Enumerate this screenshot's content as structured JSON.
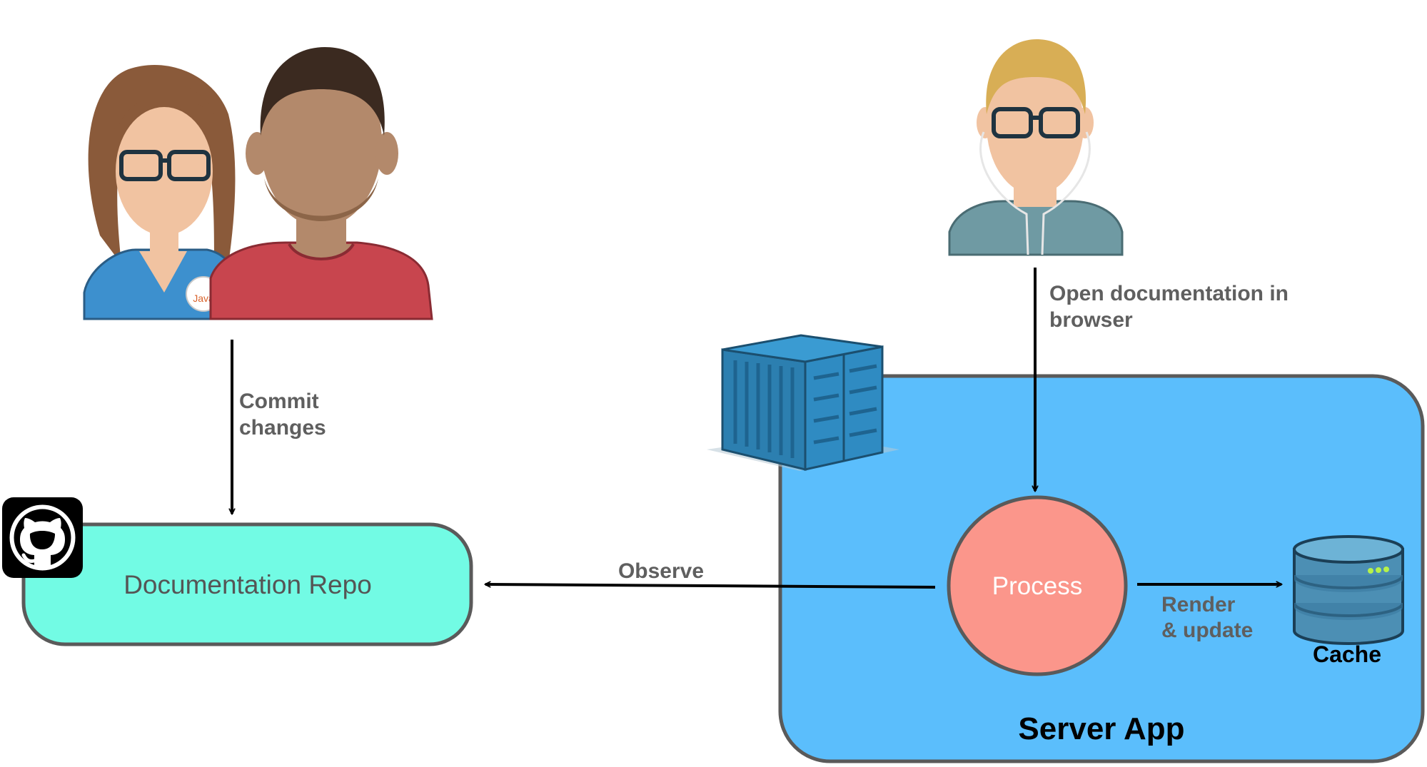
{
  "nodes": {
    "repo": {
      "label": "Documentation Repo"
    },
    "process": {
      "label": "Process"
    },
    "cache": {
      "label": "Cache"
    },
    "server": {
      "label": "Server App"
    }
  },
  "edges": {
    "commit": {
      "line1": "Commit",
      "line2": "changes"
    },
    "open": {
      "line1": "Open documentation in",
      "line2": "browser"
    },
    "observe": {
      "label": "Observe"
    },
    "render": {
      "line1": "Render",
      "line2": "& update"
    }
  },
  "badge": {
    "text": "Java"
  },
  "colors": {
    "server_fill": "#5bbefc",
    "repo_fill": "#72fbe4",
    "process_fill": "#fb968b",
    "outline": "#5a5a5a",
    "container": "#2c7fb0"
  },
  "icons": {
    "github": "github-icon",
    "container": "shipping-container-icon",
    "cache": "database-icon",
    "developers": "developer-avatars",
    "reader": "reader-avatar"
  }
}
